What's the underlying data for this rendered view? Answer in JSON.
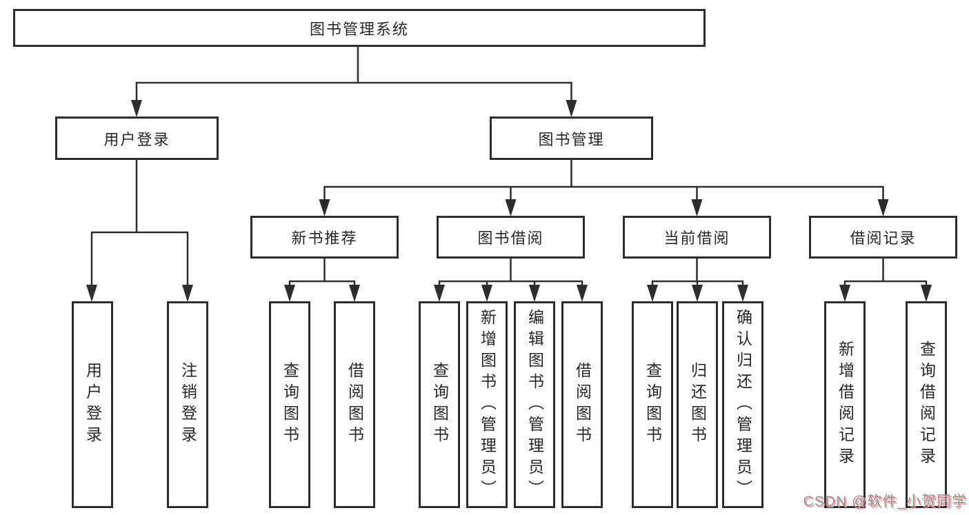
{
  "tree": {
    "root": {
      "label": "图书管理系统",
      "children": [
        {
          "label": "用户登录",
          "children": [
            {
              "label": "用户登录"
            },
            {
              "label": "注销登录"
            }
          ]
        },
        {
          "label": "图书管理",
          "children": [
            {
              "label": "新书推荐",
              "children": [
                {
                  "label": "查询图书"
                },
                {
                  "label": "借阅图书"
                }
              ]
            },
            {
              "label": "图书借阅",
              "children": [
                {
                  "label": "查询图书"
                },
                {
                  "label": "新增图书（管理员）"
                },
                {
                  "label": "编辑图书（管理员）"
                },
                {
                  "label": "借阅图书"
                }
              ]
            },
            {
              "label": "当前借阅",
              "children": [
                {
                  "label": "查询图书"
                },
                {
                  "label": "归还图书"
                },
                {
                  "label": "确认归还（管理员）"
                }
              ]
            },
            {
              "label": "借阅记录",
              "children": [
                {
                  "label": "新增借阅记录"
                },
                {
                  "label": "查询借阅记录"
                }
              ]
            }
          ]
        }
      ]
    }
  },
  "watermark": {
    "text": "CSDN @软件_小贺同学"
  },
  "colors": {
    "line_color": "#2d2d2d",
    "box_border": "#2d2d2d",
    "text_color": "#262626",
    "background": "#ffffff",
    "watermark_color": "#949494",
    "watermark_shadow": "#ff9d9d"
  }
}
